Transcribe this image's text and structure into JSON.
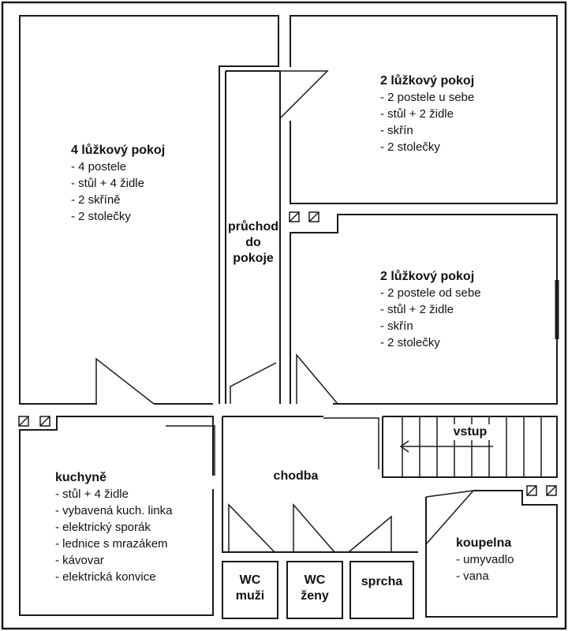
{
  "rooms": {
    "room4": {
      "title": "4 lůžkový pokoj",
      "items": [
        "- 4 postele",
        "- stůl + 4 židle",
        "- 2 skříně",
        "- 2 stolečky"
      ]
    },
    "room2a": {
      "title": "2 lůžkový pokoj",
      "items": [
        "- 2 postele u sebe",
        "- stůl + 2 židle",
        "- skřín",
        "- 2 stolečky"
      ]
    },
    "room2b": {
      "title": "2 lůžkový pokoj",
      "items": [
        "- 2 postele od sebe",
        "- stůl + 2 židle",
        "- skřín",
        "- 2 stolečky"
      ]
    },
    "passage": {
      "lines": [
        "průchod",
        "do",
        "pokoje"
      ]
    },
    "kitchen": {
      "title": "kuchyně",
      "items": [
        "- stůl + 4 židle",
        "- vybavená kuch. linka",
        "- elektrický sporák",
        "- lednice s mrazákem",
        "- kávovar",
        "- elektrická konvice"
      ]
    },
    "hall": {
      "title": "chodba"
    },
    "entrance": {
      "title": "vstup"
    },
    "wc_men": {
      "lines": [
        "WC",
        "muži"
      ]
    },
    "wc_women": {
      "lines": [
        "WC",
        "ženy"
      ]
    },
    "shower": {
      "title": "sprcha"
    },
    "bathroom": {
      "title": "koupelna",
      "items": [
        "- umyvadlo",
        "- vana"
      ]
    }
  },
  "colors": {
    "lines": "#1a1a1a",
    "background": "#ffffff"
  }
}
